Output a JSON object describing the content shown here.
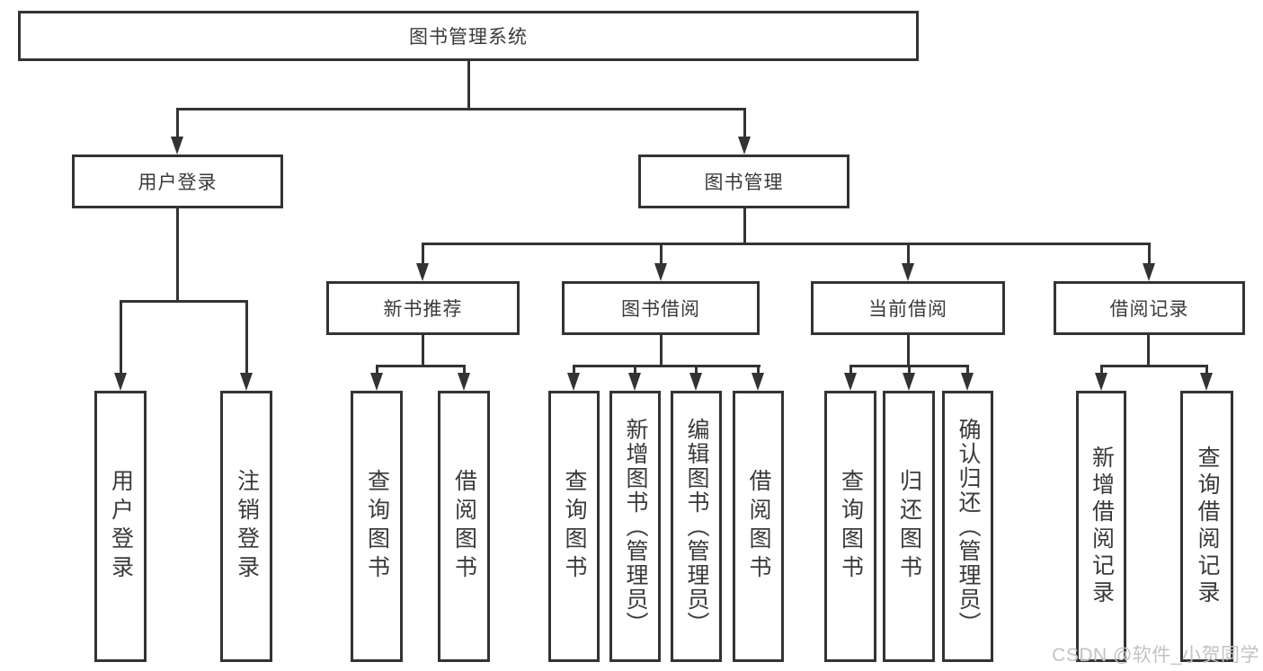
{
  "diagram_title": "图书管理系统",
  "nodes": {
    "root": "图书管理系统",
    "user_login": "用户登录",
    "book_mgmt": "图书管理",
    "new_book_rec": "新书推荐",
    "book_borrow": "图书借阅",
    "current_borrow": "当前借阅",
    "borrow_records": "借阅记录",
    "leaf_user_login": "用户登录",
    "leaf_logout": "注销登录",
    "leaf_rec_query": "查询图书",
    "leaf_rec_borrow": "借阅图书",
    "leaf_bb_query": "查询图书",
    "leaf_bb_add": "新增图书（管理员）",
    "leaf_bb_edit": "编辑图书（管理员）",
    "leaf_bb_borrow": "借阅图书",
    "leaf_cb_query": "查询图书",
    "leaf_cb_return": "归还图书",
    "leaf_cb_confirm": "确认归还（管理员）",
    "leaf_br_add": "新增借阅记录",
    "leaf_br_query": "查询借阅记录"
  },
  "colors": {
    "border": "#333333",
    "text": "#3a3a3a",
    "watermark": "#c2c2c2",
    "background": "#ffffff"
  },
  "watermark": "CSDN @软件_小贺同学"
}
